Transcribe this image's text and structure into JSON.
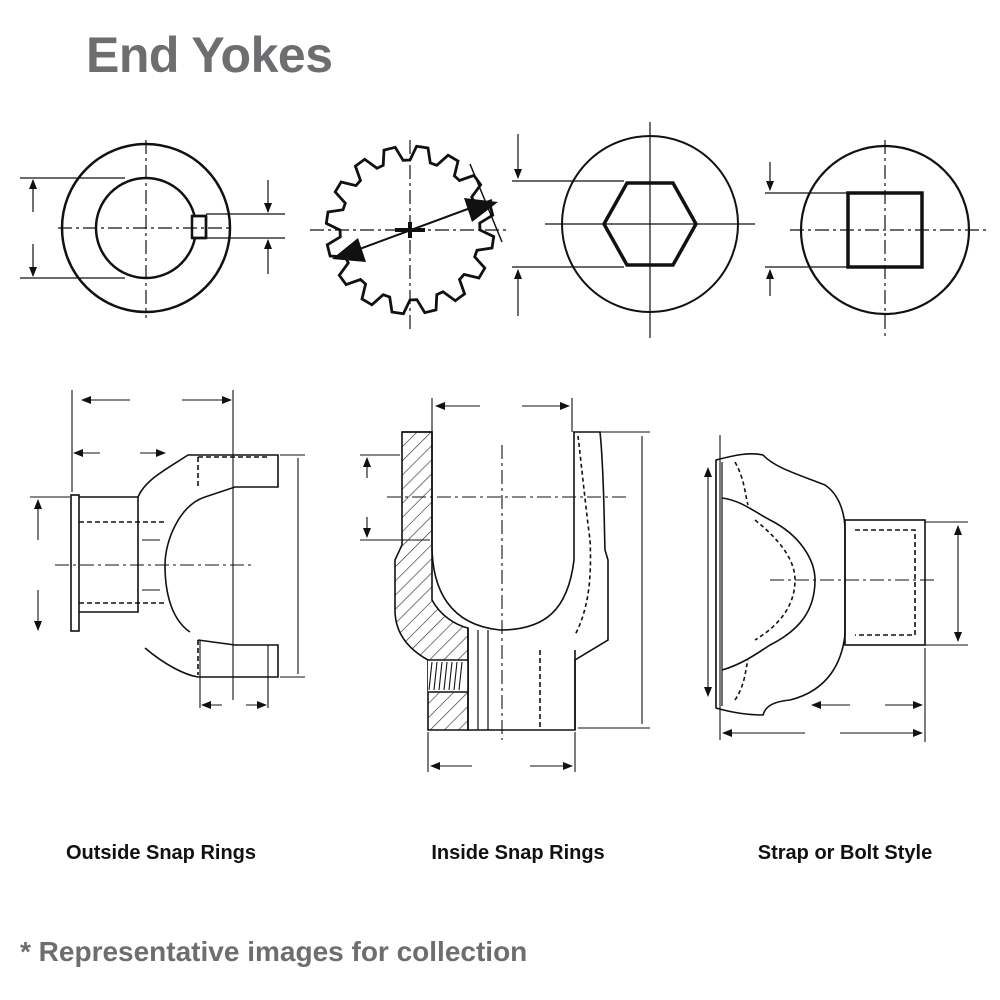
{
  "page": {
    "title": "End Yokes",
    "footnote": "* Representative images for collection"
  },
  "bore_styles": [
    {
      "id": "keyed-round-bore",
      "icon": "keyed-round-bore-icon"
    },
    {
      "id": "spline-bore",
      "icon": "spline-bore-icon"
    },
    {
      "id": "hex-bore",
      "icon": "hex-bore-icon"
    },
    {
      "id": "square-bore",
      "icon": "square-bore-icon"
    }
  ],
  "yoke_styles": [
    {
      "label": "Outside Snap Rings",
      "icon": "outside-snap-ring-yoke-icon"
    },
    {
      "label": "Inside Snap Rings",
      "icon": "inside-snap-ring-yoke-icon"
    },
    {
      "label": "Strap or Bolt Style",
      "icon": "strap-bolt-yoke-icon"
    }
  ],
  "colors": {
    "title": "#6d6e70",
    "line": "#111111",
    "caption": "#111111"
  }
}
